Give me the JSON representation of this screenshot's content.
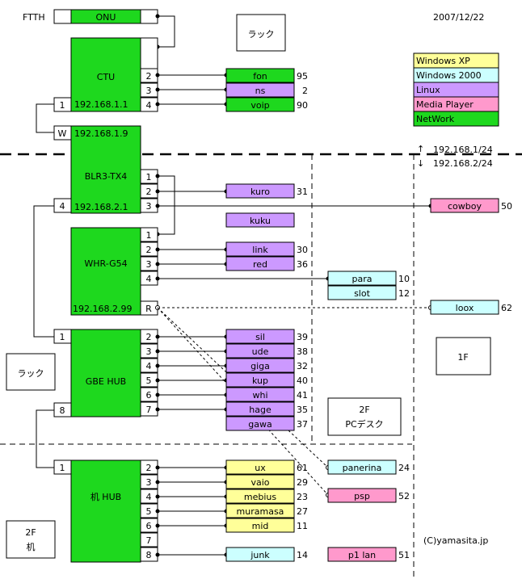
{
  "date": "2007/12/22",
  "copyright": "(C)yamasita.jp",
  "colors": {
    "device": "#1ed81e",
    "windows_xp": "#ffff99",
    "windows_2000": "#ccffff",
    "linux": "#cc99ff",
    "media_player": "#ff99cc",
    "network": "#1ed81e"
  },
  "legend": [
    {
      "label": "Windows XP",
      "color": "#ffff99"
    },
    {
      "label": "Windows 2000",
      "color": "#ccffff"
    },
    {
      "label": "Linux",
      "color": "#cc99ff"
    },
    {
      "label": "Media Player",
      "color": "#ff99cc"
    },
    {
      "label": "NetWork",
      "color": "#1ed81e"
    }
  ],
  "subnets": {
    "upper": "192.168.1/24",
    "lower": "192.168.2/24"
  },
  "areas": {
    "rack_top": "ラック",
    "rack_left": "ラック",
    "floor1": "1F",
    "pcdesk_line1": "2F",
    "pcdesk_line2": "PCデスク",
    "desk2f_line1": "2F",
    "desk2f_line2": "机"
  },
  "ftth": "FTTH",
  "devices": {
    "onu": {
      "name": "ONU"
    },
    "ctu": {
      "name": "CTU",
      "ip": "192.168.1.1",
      "ports": [
        "2",
        "3",
        "4"
      ],
      "uplink": "1"
    },
    "blr": {
      "name": "BLR3-TX4",
      "ip": "192.168.2.1",
      "wan_ip": "192.168.1.9",
      "ports": [
        "1",
        "2",
        "3"
      ],
      "uplink": "4",
      "wan": "W"
    },
    "whr": {
      "name": "WHR-G54",
      "ip": "192.168.2.99",
      "ports": [
        "1",
        "2",
        "3",
        "4"
      ],
      "radio": "R"
    },
    "gbe": {
      "name": "GBE HUB",
      "ports": [
        "2",
        "3",
        "4",
        "5",
        "6",
        "7"
      ],
      "uplink": "1",
      "uplink2": "8"
    },
    "desk": {
      "name": "机 HUB",
      "ports": [
        "2",
        "3",
        "4",
        "5",
        "6",
        "7",
        "8"
      ],
      "uplink": "1"
    }
  },
  "hosts": {
    "fon": {
      "name": "fon",
      "num": "95",
      "os": "network"
    },
    "ns": {
      "name": "ns",
      "num": "2",
      "os": "linux"
    },
    "voip": {
      "name": "voip",
      "num": "90",
      "os": "network"
    },
    "kuro": {
      "name": "kuro",
      "num": "31",
      "os": "linux"
    },
    "kuku": {
      "name": "kuku",
      "num": "",
      "os": "linux"
    },
    "cowboy": {
      "name": "cowboy",
      "num": "50",
      "os": "media_player"
    },
    "link": {
      "name": "link",
      "num": "30",
      "os": "linux"
    },
    "red": {
      "name": "red",
      "num": "36",
      "os": "linux"
    },
    "para": {
      "name": "para",
      "num": "10",
      "os": "windows_2000"
    },
    "slot": {
      "name": "slot",
      "num": "12",
      "os": "windows_2000"
    },
    "loox": {
      "name": "loox",
      "num": "62",
      "os": "windows_2000"
    },
    "sil": {
      "name": "sil",
      "num": "39",
      "os": "linux"
    },
    "ude": {
      "name": "ude",
      "num": "38",
      "os": "linux"
    },
    "giga": {
      "name": "giga",
      "num": "32",
      "os": "linux"
    },
    "kup": {
      "name": "kup",
      "num": "40",
      "os": "linux"
    },
    "whi": {
      "name": "whi",
      "num": "41",
      "os": "linux"
    },
    "hage": {
      "name": "hage",
      "num": "35",
      "os": "linux"
    },
    "gawa": {
      "name": "gawa",
      "num": "37",
      "os": "linux"
    },
    "ux": {
      "name": "ux",
      "num": "61",
      "os": "windows_xp"
    },
    "vaio": {
      "name": "vaio",
      "num": "29",
      "os": "windows_xp"
    },
    "mebius": {
      "name": "mebius",
      "num": "23",
      "os": "windows_xp"
    },
    "muramasa": {
      "name": "muramasa",
      "num": "27",
      "os": "windows_xp"
    },
    "mid": {
      "name": "mid",
      "num": "11",
      "os": "windows_xp"
    },
    "panerina": {
      "name": "panerina",
      "num": "24",
      "os": "windows_2000"
    },
    "psp": {
      "name": "psp",
      "num": "52",
      "os": "media_player"
    },
    "junk": {
      "name": "junk",
      "num": "14",
      "os": "windows_2000"
    },
    "p1lan": {
      "name": "p1 lan",
      "num": "51",
      "os": "media_player"
    }
  }
}
